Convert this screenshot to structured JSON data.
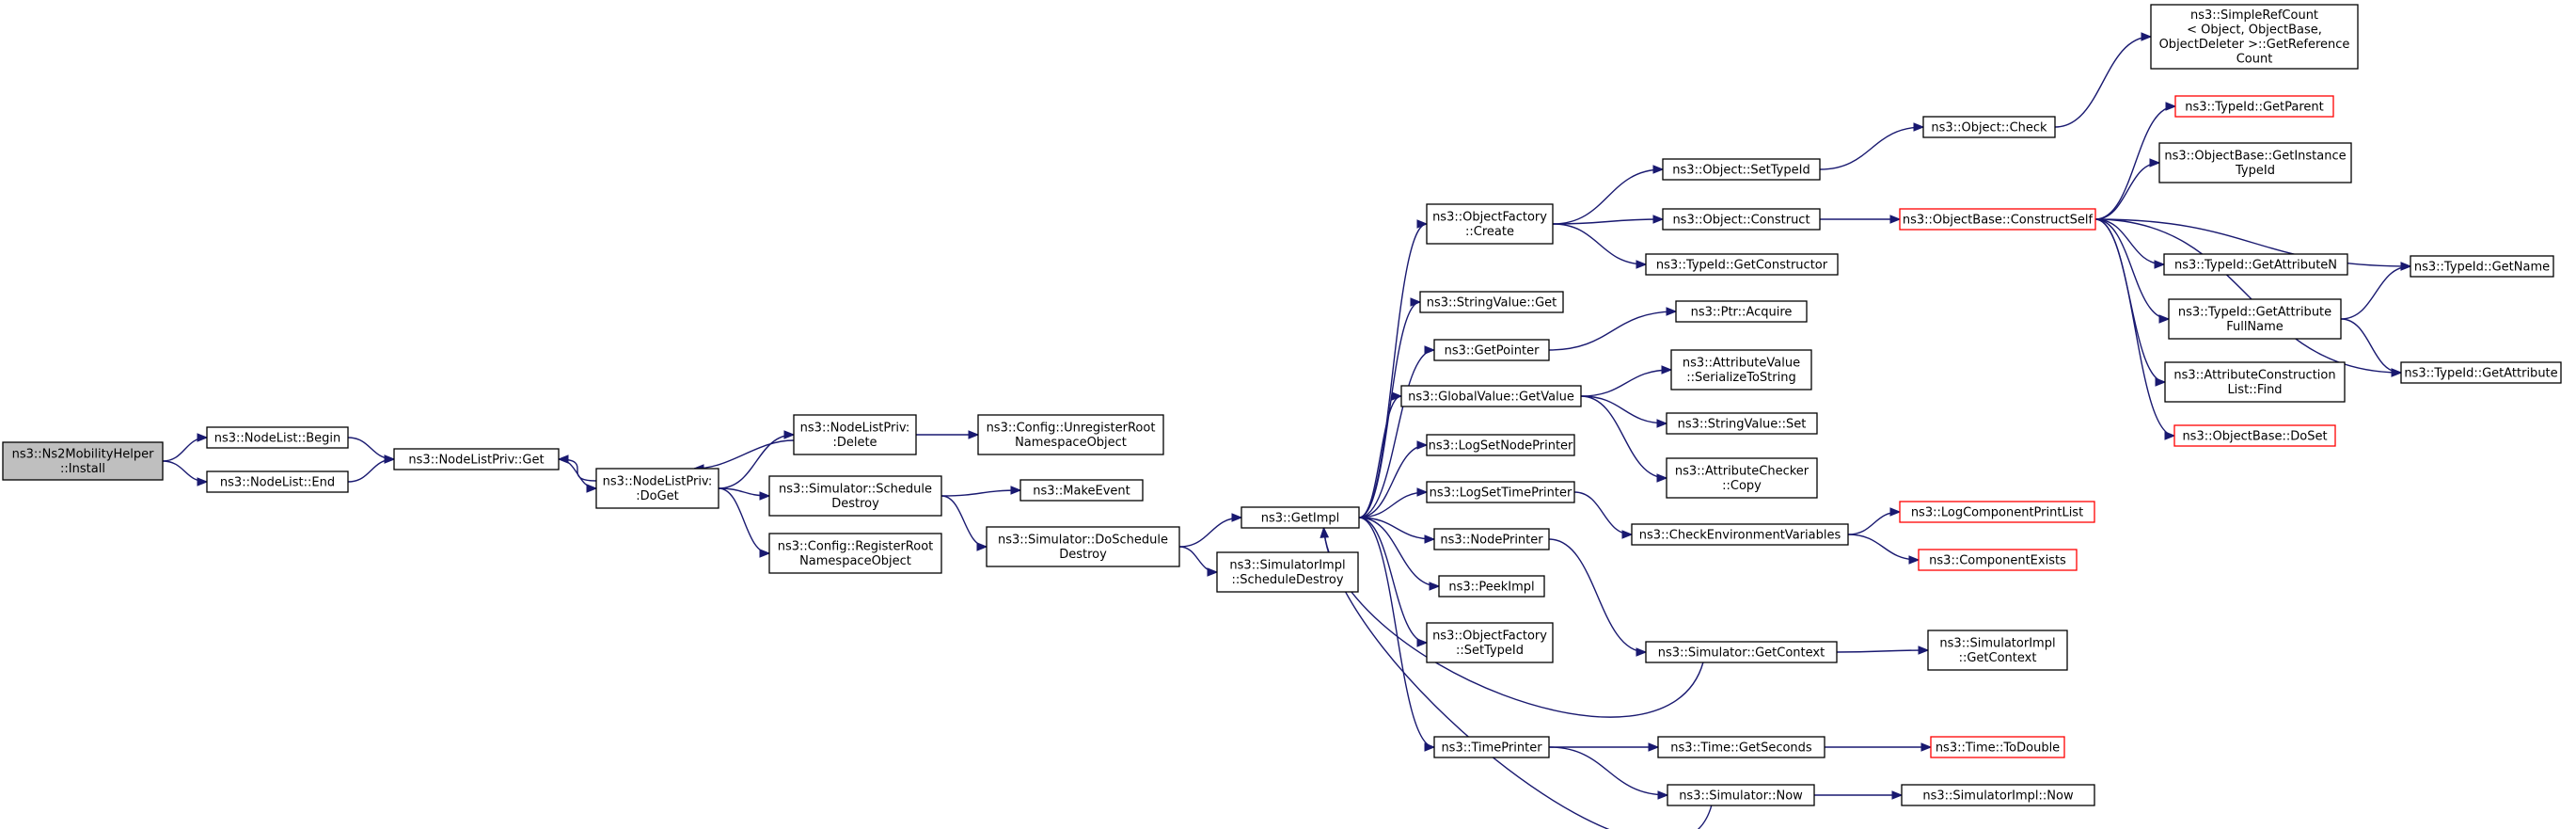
{
  "diagram": {
    "type": "call-graph",
    "colors": {
      "edge": "#191970",
      "root_fill": "#bfbfbf",
      "node_border": "#000000",
      "incomplete_border": "#ff0000"
    },
    "nodes": [
      {
        "id": "n0",
        "lines": [
          "ns3::Ns2MobilityHelper",
          "::Install"
        ],
        "kind": "root"
      },
      {
        "id": "n1",
        "lines": [
          "ns3::NodeList::Begin"
        ],
        "kind": "normal"
      },
      {
        "id": "n2",
        "lines": [
          "ns3::NodeList::End"
        ],
        "kind": "normal"
      },
      {
        "id": "n3",
        "lines": [
          "ns3::NodeListPriv::Get"
        ],
        "kind": "normal"
      },
      {
        "id": "n4",
        "lines": [
          "ns3::NodeListPriv:",
          ":DoGet"
        ],
        "kind": "normal"
      },
      {
        "id": "n5",
        "lines": [
          "ns3::NodeListPriv:",
          ":Delete"
        ],
        "kind": "normal"
      },
      {
        "id": "n6",
        "lines": [
          "ns3::Simulator::Schedule",
          "Destroy"
        ],
        "kind": "normal"
      },
      {
        "id": "n7",
        "lines": [
          "ns3::Config::RegisterRoot",
          "NamespaceObject"
        ],
        "kind": "normal"
      },
      {
        "id": "n8",
        "lines": [
          "ns3::Config::UnregisterRoot",
          "NamespaceObject"
        ],
        "kind": "normal"
      },
      {
        "id": "n9",
        "lines": [
          "ns3::MakeEvent"
        ],
        "kind": "normal"
      },
      {
        "id": "n10",
        "lines": [
          "ns3::Simulator::DoSchedule",
          "Destroy"
        ],
        "kind": "normal"
      },
      {
        "id": "n11",
        "lines": [
          "ns3::GetImpl"
        ],
        "kind": "normal"
      },
      {
        "id": "n12",
        "lines": [
          "ns3::SimulatorImpl",
          "::ScheduleDestroy"
        ],
        "kind": "normal"
      },
      {
        "id": "n13",
        "lines": [
          "ns3::ObjectFactory",
          "::Create"
        ],
        "kind": "normal"
      },
      {
        "id": "n14",
        "lines": [
          "ns3::StringValue::Get"
        ],
        "kind": "normal"
      },
      {
        "id": "n15",
        "lines": [
          "ns3::GetPointer"
        ],
        "kind": "normal"
      },
      {
        "id": "n16",
        "lines": [
          "ns3::GlobalValue::GetValue"
        ],
        "kind": "normal"
      },
      {
        "id": "n17",
        "lines": [
          "ns3::LogSetNodePrinter"
        ],
        "kind": "normal"
      },
      {
        "id": "n18",
        "lines": [
          "ns3::LogSetTimePrinter"
        ],
        "kind": "normal"
      },
      {
        "id": "n19",
        "lines": [
          "ns3::NodePrinter"
        ],
        "kind": "normal"
      },
      {
        "id": "n20",
        "lines": [
          "ns3::PeekImpl"
        ],
        "kind": "normal"
      },
      {
        "id": "n21",
        "lines": [
          "ns3::ObjectFactory",
          "::SetTypeId"
        ],
        "kind": "normal"
      },
      {
        "id": "n22",
        "lines": [
          "ns3::TimePrinter"
        ],
        "kind": "normal"
      },
      {
        "id": "n23",
        "lines": [
          "ns3::Object::SetTypeId"
        ],
        "kind": "normal"
      },
      {
        "id": "n24",
        "lines": [
          "ns3::Object::Construct"
        ],
        "kind": "normal"
      },
      {
        "id": "n25",
        "lines": [
          "ns3::TypeId::GetConstructor"
        ],
        "kind": "normal"
      },
      {
        "id": "n26",
        "lines": [
          "ns3::Ptr::Acquire"
        ],
        "kind": "normal"
      },
      {
        "id": "n27",
        "lines": [
          "ns3::AttributeValue",
          "::SerializeToString"
        ],
        "kind": "normal"
      },
      {
        "id": "n28",
        "lines": [
          "ns3::StringValue::Set"
        ],
        "kind": "normal"
      },
      {
        "id": "n29",
        "lines": [
          "ns3::AttributeChecker",
          "::Copy"
        ],
        "kind": "normal"
      },
      {
        "id": "n30",
        "lines": [
          "ns3::CheckEnvironmentVariables"
        ],
        "kind": "normal"
      },
      {
        "id": "n31",
        "lines": [
          "ns3::Simulator::GetContext"
        ],
        "kind": "normal"
      },
      {
        "id": "n32",
        "lines": [
          "ns3::Time::GetSeconds"
        ],
        "kind": "normal"
      },
      {
        "id": "n33",
        "lines": [
          "ns3::Simulator::Now"
        ],
        "kind": "normal"
      },
      {
        "id": "n34",
        "lines": [
          "ns3::Object::Check"
        ],
        "kind": "normal"
      },
      {
        "id": "n35",
        "lines": [
          "ns3::ObjectBase::ConstructSelf"
        ],
        "kind": "incomplete"
      },
      {
        "id": "n36",
        "lines": [
          "ns3::LogComponentPrintList"
        ],
        "kind": "incomplete"
      },
      {
        "id": "n37",
        "lines": [
          "ns3::ComponentExists"
        ],
        "kind": "incomplete"
      },
      {
        "id": "n38",
        "lines": [
          "ns3::SimulatorImpl",
          "::GetContext"
        ],
        "kind": "normal"
      },
      {
        "id": "n39",
        "lines": [
          "ns3::Time::ToDouble"
        ],
        "kind": "incomplete"
      },
      {
        "id": "n40",
        "lines": [
          "ns3::SimulatorImpl::Now"
        ],
        "kind": "normal"
      },
      {
        "id": "n41",
        "lines": [
          "ns3::SimpleRefCount",
          "< Object, ObjectBase,",
          "ObjectDeleter >::GetReference",
          "Count"
        ],
        "kind": "normal"
      },
      {
        "id": "n42",
        "lines": [
          "ns3::TypeId::GetParent"
        ],
        "kind": "incomplete"
      },
      {
        "id": "n43",
        "lines": [
          "ns3::ObjectBase::GetInstance",
          "TypeId"
        ],
        "kind": "normal"
      },
      {
        "id": "n44",
        "lines": [
          "ns3::TypeId::GetAttributeN"
        ],
        "kind": "normal"
      },
      {
        "id": "n45",
        "lines": [
          "ns3::TypeId::GetAttribute",
          "FullName"
        ],
        "kind": "normal"
      },
      {
        "id": "n46",
        "lines": [
          "ns3::AttributeConstruction",
          "List::Find"
        ],
        "kind": "normal"
      },
      {
        "id": "n47",
        "lines": [
          "ns3::ObjectBase::DoSet"
        ],
        "kind": "incomplete"
      },
      {
        "id": "n48",
        "lines": [
          "ns3::TypeId::GetName"
        ],
        "kind": "normal"
      },
      {
        "id": "n49",
        "lines": [
          "ns3::TypeId::GetAttribute"
        ],
        "kind": "normal"
      }
    ],
    "edges": [
      [
        "n0",
        "n1"
      ],
      [
        "n0",
        "n2"
      ],
      [
        "n1",
        "n3"
      ],
      [
        "n2",
        "n3"
      ],
      [
        "n3",
        "n4"
      ],
      [
        "n4",
        "n3"
      ],
      [
        "n4",
        "n5"
      ],
      [
        "n5",
        "n4"
      ],
      [
        "n4",
        "n6"
      ],
      [
        "n4",
        "n7"
      ],
      [
        "n5",
        "n8"
      ],
      [
        "n6",
        "n9"
      ],
      [
        "n6",
        "n10"
      ],
      [
        "n10",
        "n11"
      ],
      [
        "n10",
        "n12"
      ],
      [
        "n11",
        "n13"
      ],
      [
        "n11",
        "n14"
      ],
      [
        "n11",
        "n15"
      ],
      [
        "n11",
        "n16"
      ],
      [
        "n11",
        "n17"
      ],
      [
        "n11",
        "n18"
      ],
      [
        "n11",
        "n19"
      ],
      [
        "n11",
        "n20"
      ],
      [
        "n11",
        "n21"
      ],
      [
        "n11",
        "n22"
      ],
      [
        "n13",
        "n23"
      ],
      [
        "n13",
        "n24"
      ],
      [
        "n13",
        "n25"
      ],
      [
        "n15",
        "n26"
      ],
      [
        "n16",
        "n27"
      ],
      [
        "n16",
        "n28"
      ],
      [
        "n16",
        "n29"
      ],
      [
        "n18",
        "n30"
      ],
      [
        "n19",
        "n31"
      ],
      [
        "n22",
        "n32"
      ],
      [
        "n22",
        "n33"
      ],
      [
        "n23",
        "n34"
      ],
      [
        "n24",
        "n35"
      ],
      [
        "n30",
        "n36"
      ],
      [
        "n30",
        "n37"
      ],
      [
        "n31",
        "n11"
      ],
      [
        "n31",
        "n38"
      ],
      [
        "n32",
        "n39"
      ],
      [
        "n33",
        "n11"
      ],
      [
        "n33",
        "n40"
      ],
      [
        "n34",
        "n41"
      ],
      [
        "n35",
        "n42"
      ],
      [
        "n35",
        "n43"
      ],
      [
        "n35",
        "n44"
      ],
      [
        "n35",
        "n45"
      ],
      [
        "n35",
        "n46"
      ],
      [
        "n35",
        "n47"
      ],
      [
        "n35",
        "n48"
      ],
      [
        "n35",
        "n49"
      ],
      [
        "n45",
        "n48"
      ],
      [
        "n45",
        "n49"
      ]
    ]
  }
}
